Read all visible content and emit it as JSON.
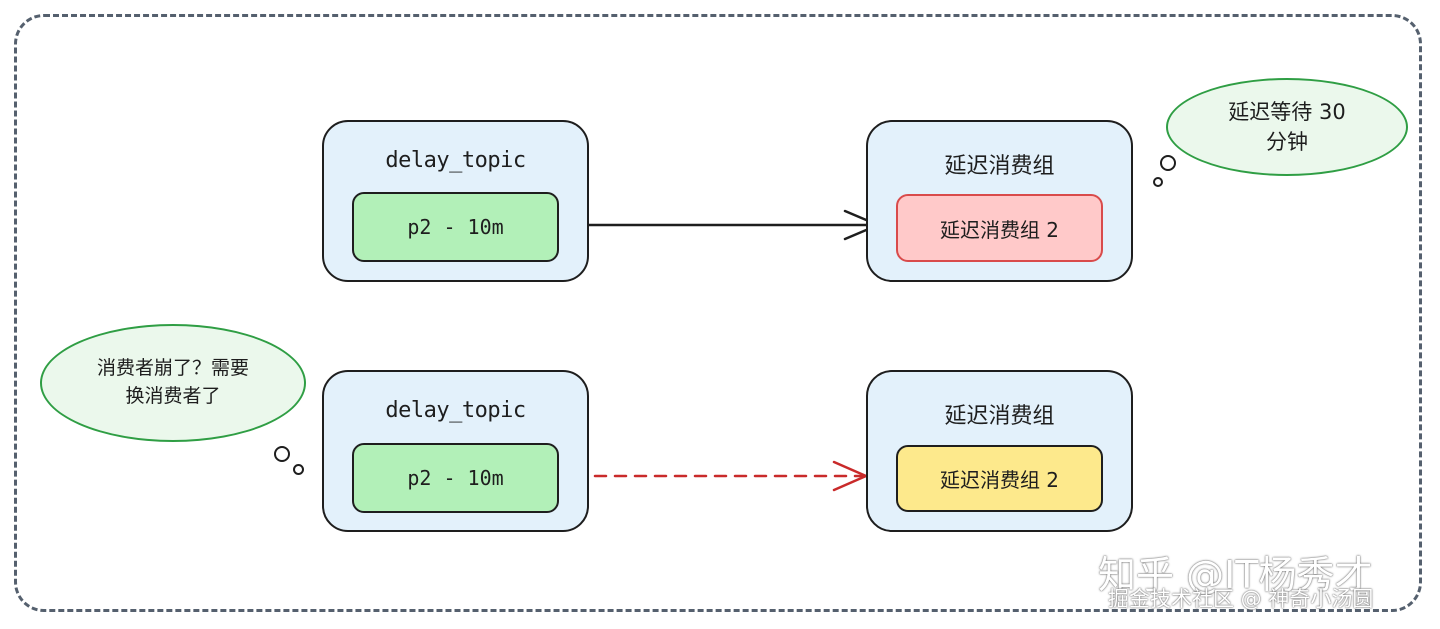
{
  "top_row": {
    "topic_box": {
      "title": "delay_topic",
      "partition_label": "p2 - 10m"
    },
    "consumer_group_box": {
      "title": "延迟消费组",
      "consumer_label": "延迟消费组 2",
      "consumer_state_color": "#ffc9c9"
    },
    "thought_bubble": {
      "line1": "延迟等待 30",
      "line2": "分钟"
    }
  },
  "bottom_row": {
    "topic_box": {
      "title": "delay_topic",
      "partition_label": "p2 - 10m"
    },
    "consumer_group_box": {
      "title": "延迟消费组",
      "consumer_label": "延迟消费组 2",
      "consumer_state_color": "#fde98c"
    },
    "thought_bubble": {
      "line1": "消费者崩了？需要",
      "line2": "换消费者了"
    }
  },
  "colors": {
    "box_fill": "#e3f1fb",
    "partition_fill": "#b2f0b8",
    "solid_arrow": "#1e1e1e",
    "dashed_arrow": "#c92a2a",
    "bubble_border": "#2f9e44"
  },
  "watermarks": {
    "zhihu": "知乎 @IT杨秀才",
    "juejin": "掘金技术社区 @ 神奇小汤圆"
  }
}
